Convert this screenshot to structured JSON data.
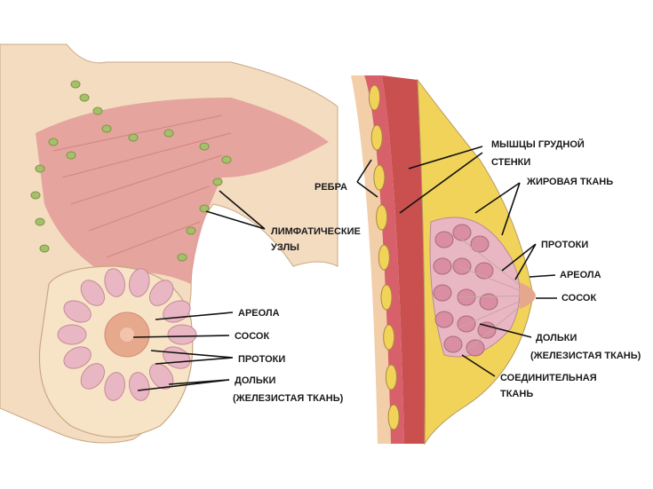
{
  "front_view": {
    "labels": {
      "lymph_nodes_1": "ЛИМФАТИЧЕСКИЕ",
      "lymph_nodes_2": "УЗЛЫ",
      "areola": "АРЕОЛА",
      "nipple": "СОСОК",
      "ducts": "ПРОТОКИ",
      "lobules_1": "ДОЛЬКИ",
      "lobules_2": "(ЖЕЛЕЗИСТАЯ ТКАНЬ)"
    }
  },
  "cross_section": {
    "labels": {
      "ribs": "РЕБРА",
      "chest_muscles_1": "МЫШЦЫ ГРУДНОЙ",
      "chest_muscles_2": "СТЕНКИ",
      "fat_tissue": "ЖИРОВАЯ ТКАНЬ",
      "ducts": "ПРОТОКИ",
      "areola": "АРЕОЛА",
      "nipple": "СОСОК",
      "lobules_1": "ДОЛЬКИ",
      "lobules_2": "(ЖЕЛЕЗИСТАЯ ТКАНЬ)",
      "connective_1": "СОЕДИНИТЕЛЬНАЯ",
      "connective_2": "ТКАНЬ"
    }
  },
  "colors": {
    "skin": "#f4dcc0",
    "muscle": "#e29a98",
    "lobule": "#e9b7c4",
    "fat": "#f2d35a",
    "lymph": "#a6bf6a"
  }
}
